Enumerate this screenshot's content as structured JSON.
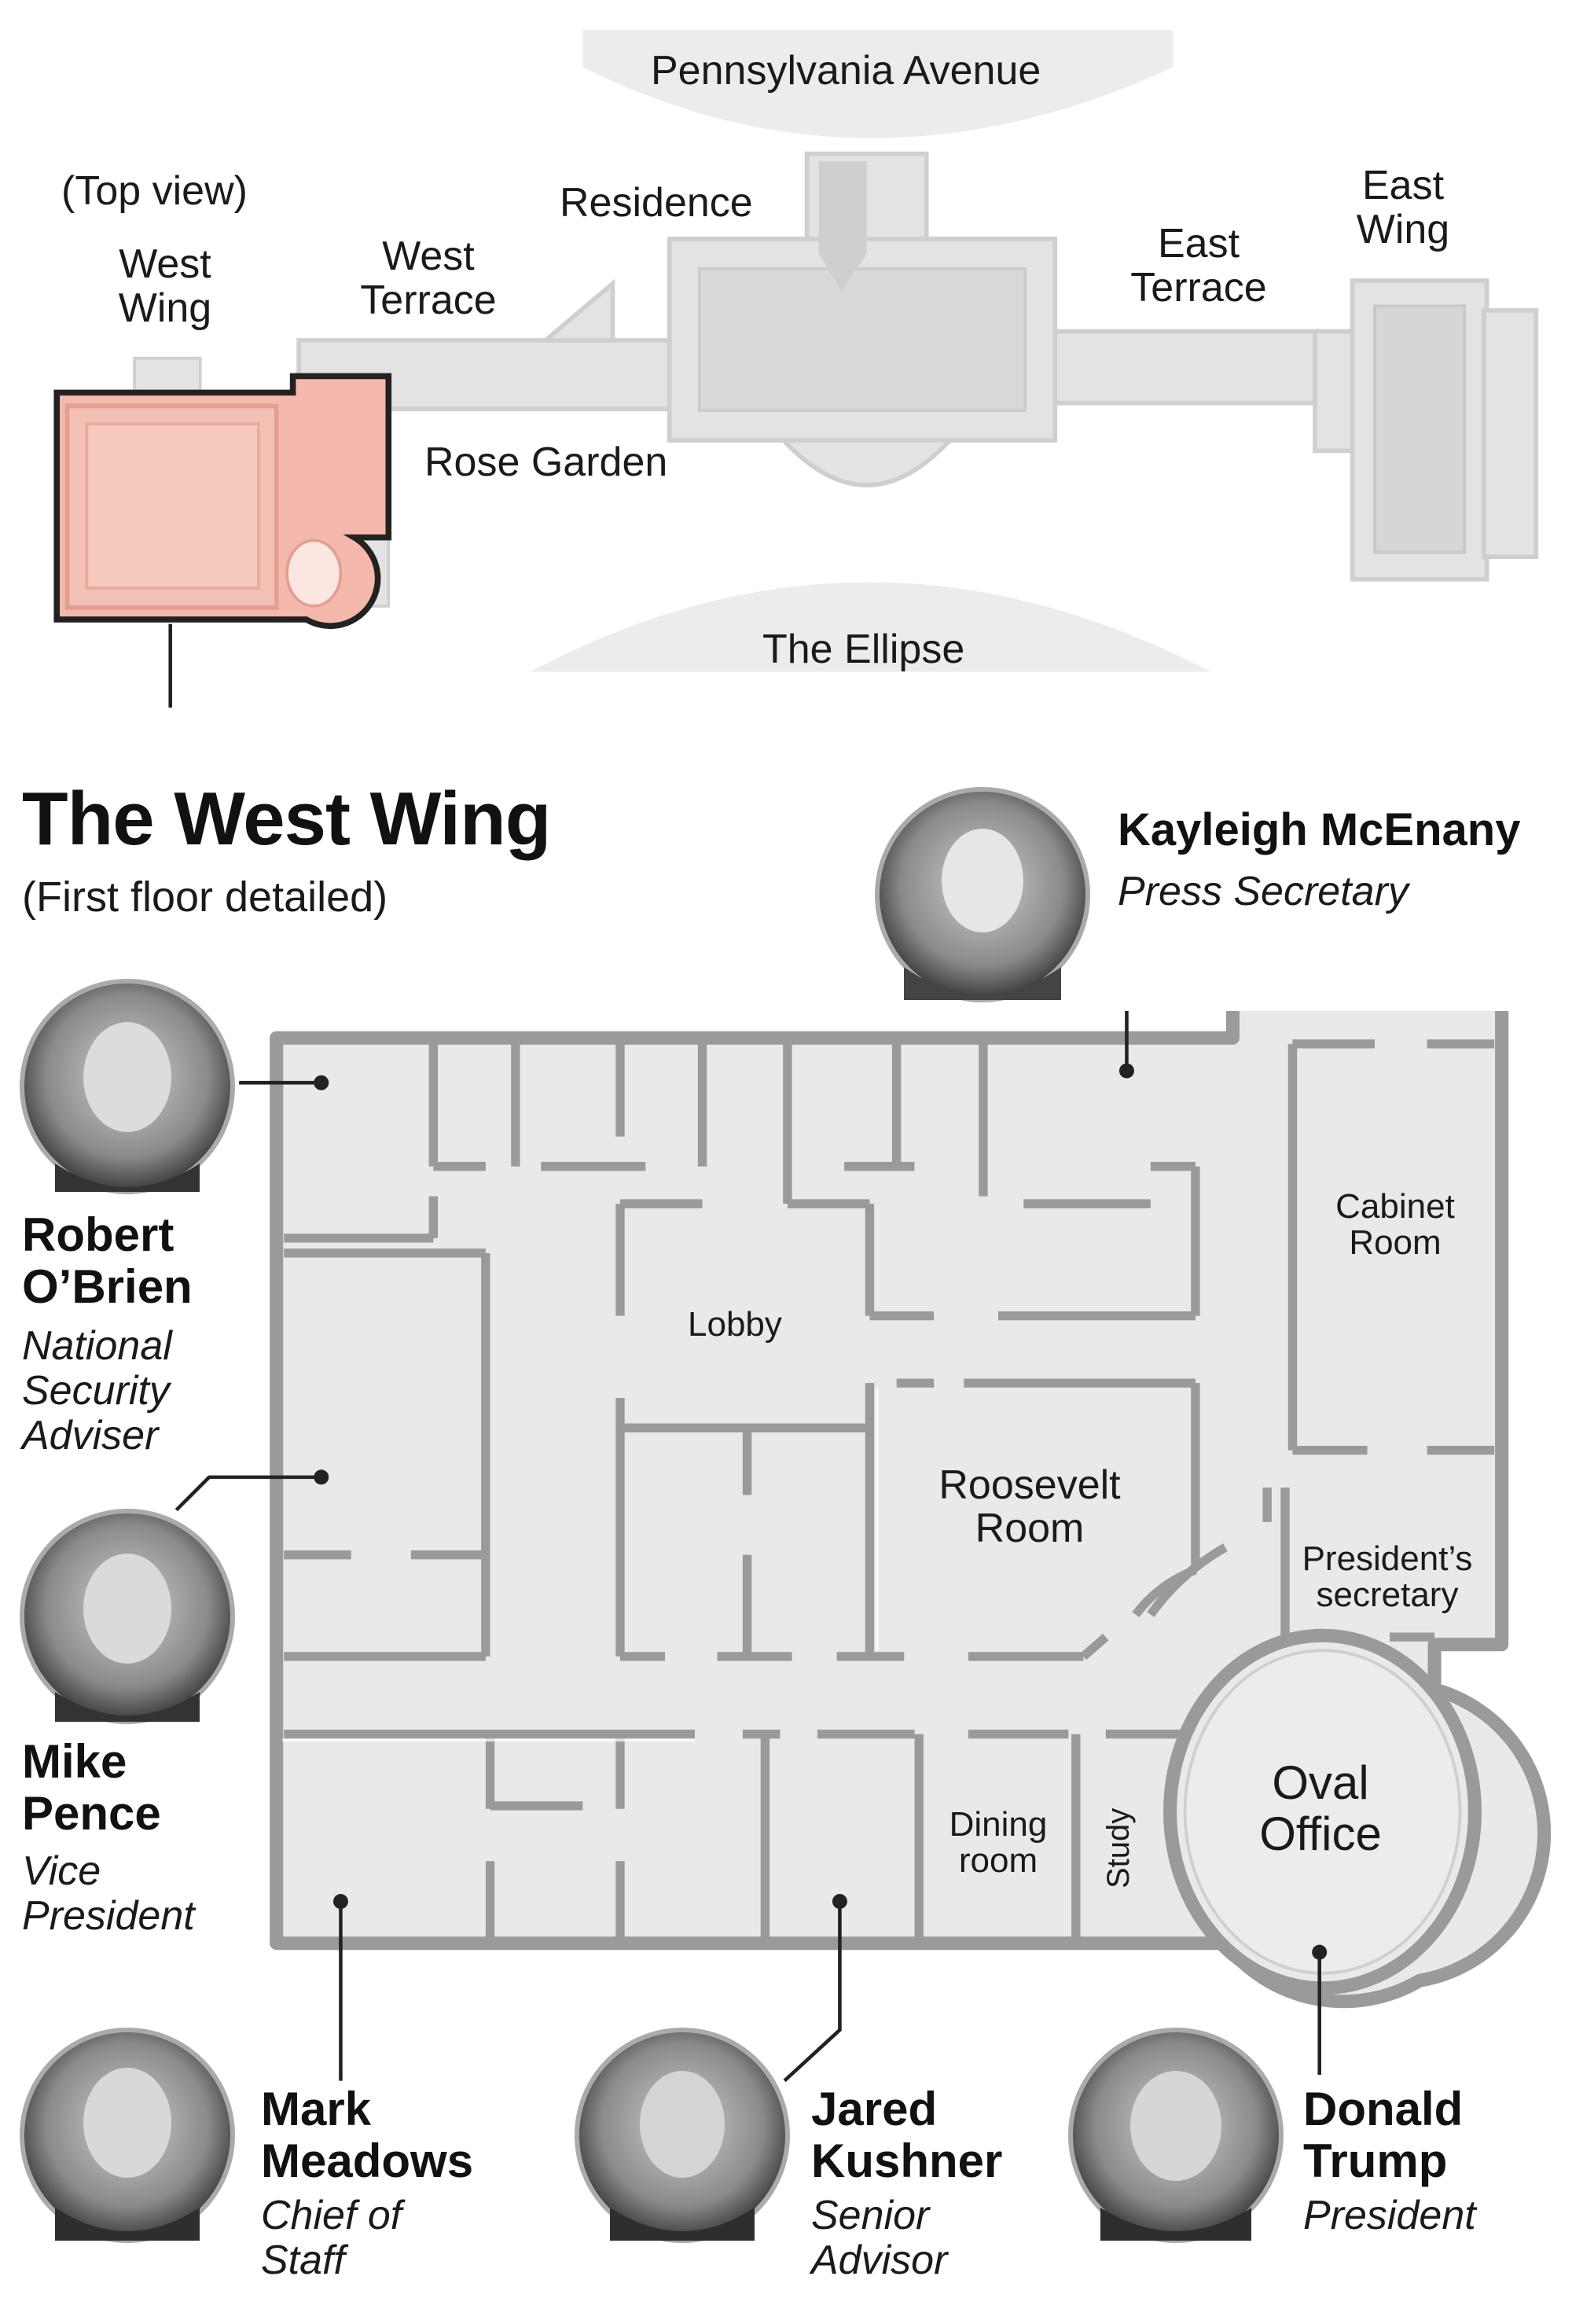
{
  "top_view": {
    "note": "(Top view)",
    "labels": {
      "pennsylvania_avenue": "Pennsylvania Avenue",
      "residence": "Residence",
      "west_wing": "West\nWing",
      "west_terrace": "West\nTerrace",
      "east_terrace": "East\nTerrace",
      "east_wing": "East\nWing",
      "rose_garden": "Rose Garden",
      "the_ellipse": "The Ellipse"
    },
    "highlight_color": "#f4b8ac",
    "highlight_border": "#222222"
  },
  "floor_plan": {
    "title": "The West Wing",
    "subtitle": "(First floor detailed)",
    "rooms": {
      "lobby": "Lobby",
      "cabinet_room": "Cabinet\nRoom",
      "roosevelt_room": "Roosevelt\nRoom",
      "presidents_secretary": "President’s\nsecretary",
      "oval_office": "Oval\nOffice",
      "dining_room": "Dining\nroom",
      "study": "Study"
    },
    "floor_color": "#e8e8e8",
    "wall_color": "#9a9a9a"
  },
  "people": [
    {
      "id": "kayleigh-mcenany",
      "name": "Kayleigh McEnany",
      "role": "Press Secretary"
    },
    {
      "id": "robert-obrien",
      "name": "Robert\nO’Brien",
      "role": "National\nSecurity\nAdviser"
    },
    {
      "id": "mike-pence",
      "name": "Mike\nPence",
      "role": "Vice\nPresident"
    },
    {
      "id": "mark-meadows",
      "name": "Mark\nMeadows",
      "role": "Chief of\nStaff"
    },
    {
      "id": "jared-kushner",
      "name": "Jared\nKushner",
      "role": "Senior\nAdvisor"
    },
    {
      "id": "donald-trump",
      "name": "Donald\nTrump",
      "role": "President"
    }
  ]
}
